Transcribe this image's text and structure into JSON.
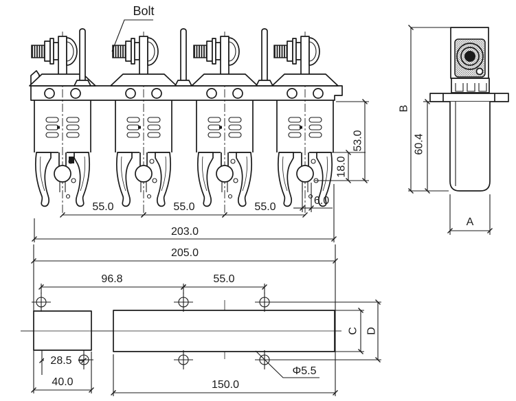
{
  "front": {
    "bolt_label": "Bolt",
    "pitch1": "55.0",
    "pitch2": "55.0",
    "pitch3": "55.0",
    "overall_units": "203.0",
    "overall": "205.0",
    "h53": "53.0",
    "h18": "18.0",
    "off6": "6.0"
  },
  "side": {
    "b": "B",
    "h604": "60.4",
    "a": "A"
  },
  "bottom": {
    "span968": "96.8",
    "span55": "55.0",
    "off285": "28.5",
    "pad40": "40.0",
    "len150": "150.0",
    "dia": "Φ5.5",
    "c": "C",
    "d": "D"
  },
  "colors": {
    "line": "#1a1a1a",
    "background": "#ffffff"
  }
}
